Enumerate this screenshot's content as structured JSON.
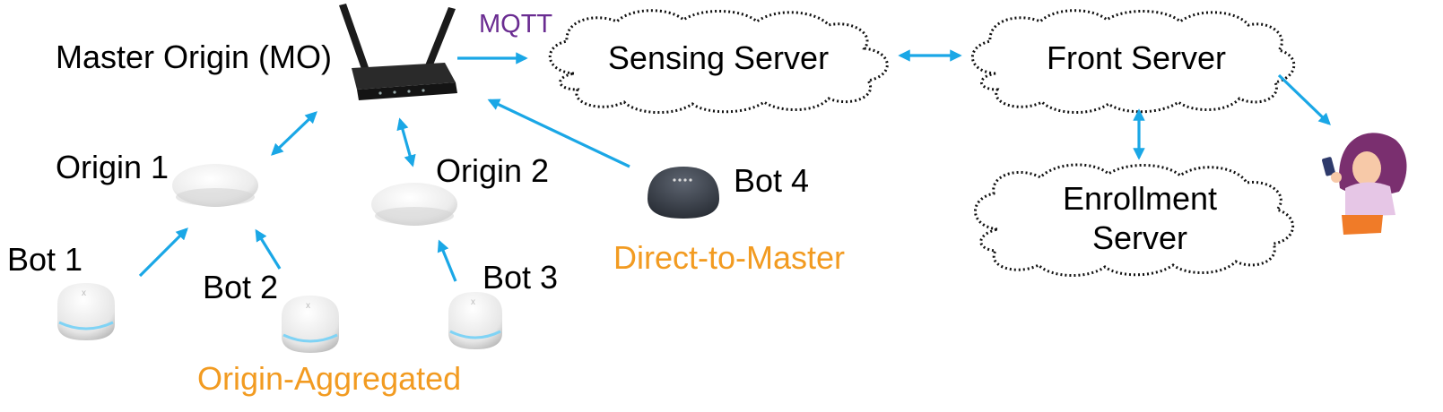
{
  "colors": {
    "arrow": "#1aa7e6",
    "mqtt": "#6a2c91",
    "category": "#f29b21",
    "text": "#000000",
    "cloud_stroke": "#111111"
  },
  "labels": {
    "master": "Master Origin (MO)",
    "mqtt": "MQTT",
    "origin1": "Origin 1",
    "origin2": "Origin 2",
    "bot1": "Bot 1",
    "bot2": "Bot 2",
    "bot3": "Bot 3",
    "bot4": "Bot 4",
    "direct": "Direct-to-Master",
    "aggregated": "Origin-Aggregated"
  },
  "servers": {
    "sensing": "Sensing Server",
    "front": "Front Server",
    "enrollment_line1": "Enrollment",
    "enrollment_line2": "Server"
  },
  "icons": {
    "router": "router-icon",
    "origin": "origin-hub-icon",
    "bot": "bot-sensor-icon",
    "smart_speaker": "smart-speaker-icon",
    "user": "user-with-phone-icon"
  }
}
